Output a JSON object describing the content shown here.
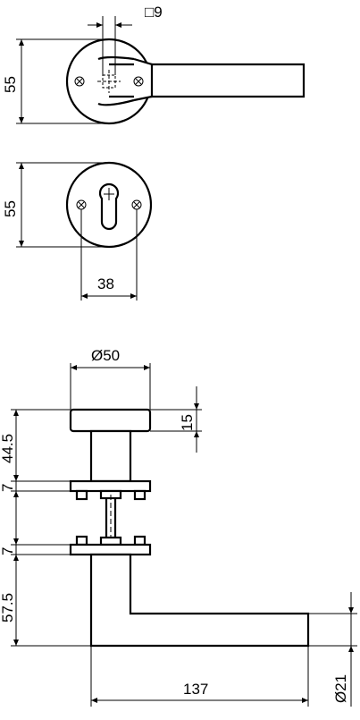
{
  "drawing": {
    "square_spindle_label": "□9",
    "rose_height_label": "55",
    "escutcheon_height_label": "55",
    "cylinder_width_label": "38",
    "knob_diameter_label": "Ø50",
    "knob_thickness_label": "15",
    "knob_projection_label": "44.5",
    "rose_thickness_top_label": "7",
    "rose_thickness_bottom_label": "7",
    "lever_projection_label": "57.5",
    "lever_length_label": "137",
    "lever_diameter_label": "Ø21"
  }
}
